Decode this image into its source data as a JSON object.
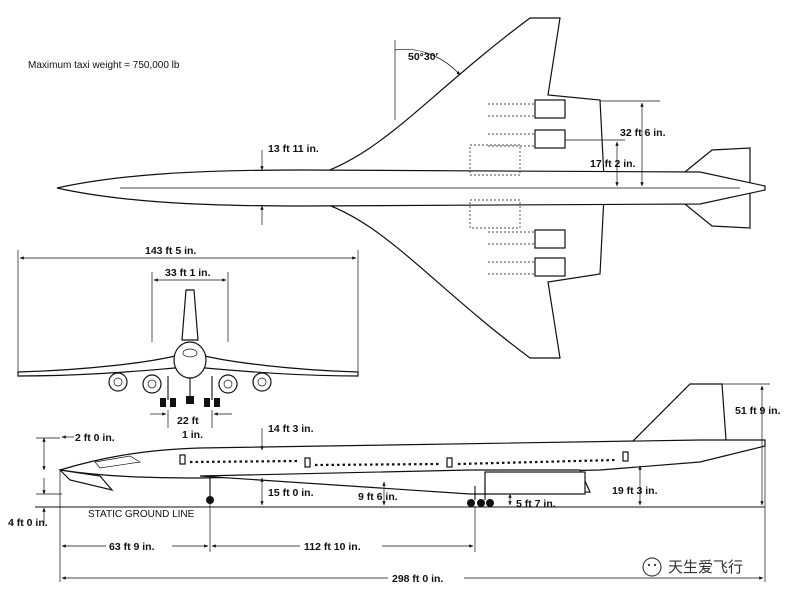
{
  "header": {
    "max_taxi_weight": "Maximum taxi weight = 750,000 lb"
  },
  "top_view": {
    "sweep_angle": "50°30′",
    "fuselage_width": "13 ft 11 in.",
    "wing_station_outer": "32 ft 6 in.",
    "wing_station_inner": "17 ft 2 in."
  },
  "front_view": {
    "span": "143 ft 5 in.",
    "tail_span": "33 ft 1 in.",
    "track_ft": "22 ft",
    "track_in": "1 in."
  },
  "side_view": {
    "nose_height": "2 ft 0 in.",
    "fuselage_depth": "14 ft 3 in.",
    "tail_height": "51 ft 9 in.",
    "main_gear_height": "15 ft 0 in.",
    "belly_height": "9 ft 6 in.",
    "tail_cone_height": "19 ft 3 in.",
    "nacelle_clearance": "5 ft 7 in.",
    "nose_ground": "4 ft 0 in.",
    "ground_line": "STATIC GROUND LINE",
    "nose_to_gear": "63 ft 9 in.",
    "gear_to_main": "112 ft 10 in.",
    "overall_length": "298 ft 0 in."
  },
  "watermark": {
    "text": "天生爱飞行",
    "icon": "wechat-icon"
  }
}
